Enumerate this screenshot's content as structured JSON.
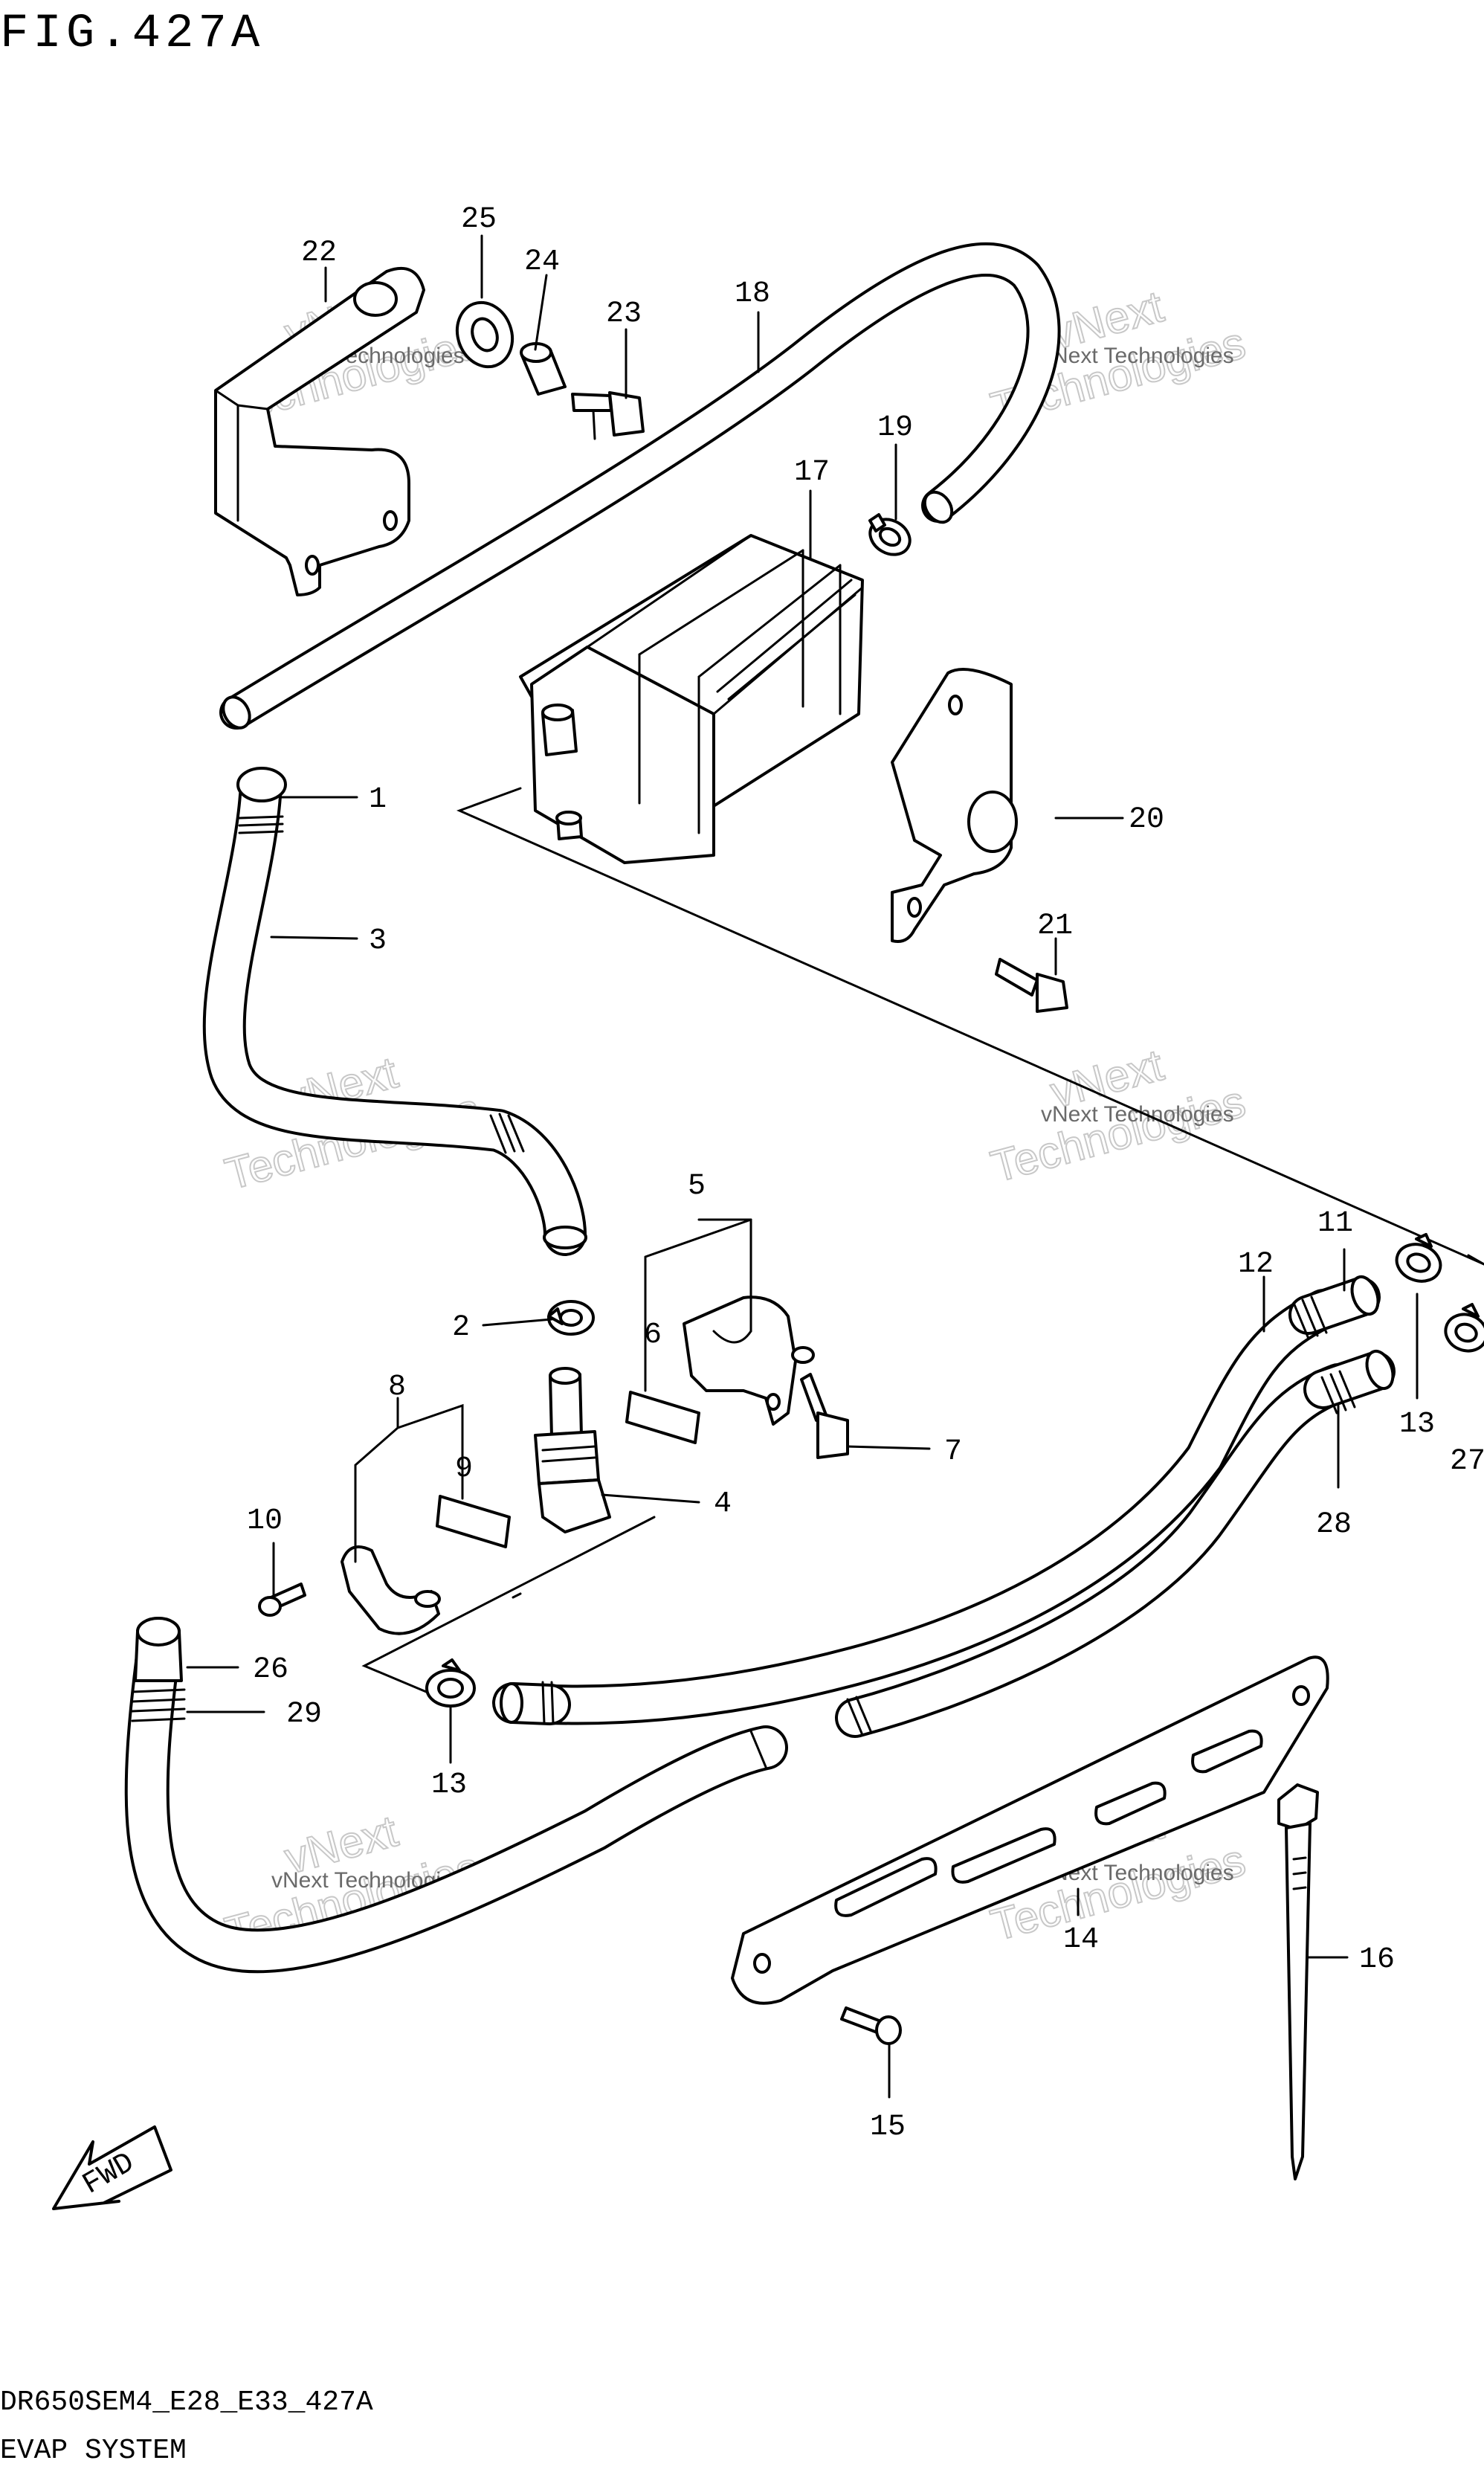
{
  "figure": {
    "title": "FIG.427A",
    "model_code": "DR650SEM4_E28_E33_427A",
    "section_name": "EVAP SYSTEM"
  },
  "watermark": {
    "line1": "vNext Technologies",
    "line2": "vNext",
    "line3": "Technologies"
  },
  "fwd_arrow": {
    "label": "FWD"
  },
  "callouts": [
    {
      "id": "c1",
      "text": "1"
    },
    {
      "id": "c2",
      "text": "2"
    },
    {
      "id": "c3",
      "text": "3"
    },
    {
      "id": "c4",
      "text": "4"
    },
    {
      "id": "c5",
      "text": "5"
    },
    {
      "id": "c6",
      "text": "6"
    },
    {
      "id": "c7",
      "text": "7"
    },
    {
      "id": "c8",
      "text": "8"
    },
    {
      "id": "c9",
      "text": "9"
    },
    {
      "id": "c10",
      "text": "10"
    },
    {
      "id": "c11",
      "text": "11"
    },
    {
      "id": "c12",
      "text": "12"
    },
    {
      "id": "c13a",
      "text": "13"
    },
    {
      "id": "c13b",
      "text": "13"
    },
    {
      "id": "c14",
      "text": "14"
    },
    {
      "id": "c15",
      "text": "15"
    },
    {
      "id": "c16",
      "text": "16"
    },
    {
      "id": "c17",
      "text": "17"
    },
    {
      "id": "c18",
      "text": "18"
    },
    {
      "id": "c19",
      "text": "19"
    },
    {
      "id": "c20",
      "text": "20"
    },
    {
      "id": "c21",
      "text": "21"
    },
    {
      "id": "c22",
      "text": "22"
    },
    {
      "id": "c23",
      "text": "23"
    },
    {
      "id": "c24",
      "text": "24"
    },
    {
      "id": "c25",
      "text": "25"
    },
    {
      "id": "c26",
      "text": "26"
    },
    {
      "id": "c27",
      "text": "27"
    },
    {
      "id": "c28",
      "text": "28"
    },
    {
      "id": "c29",
      "text": "29"
    }
  ]
}
